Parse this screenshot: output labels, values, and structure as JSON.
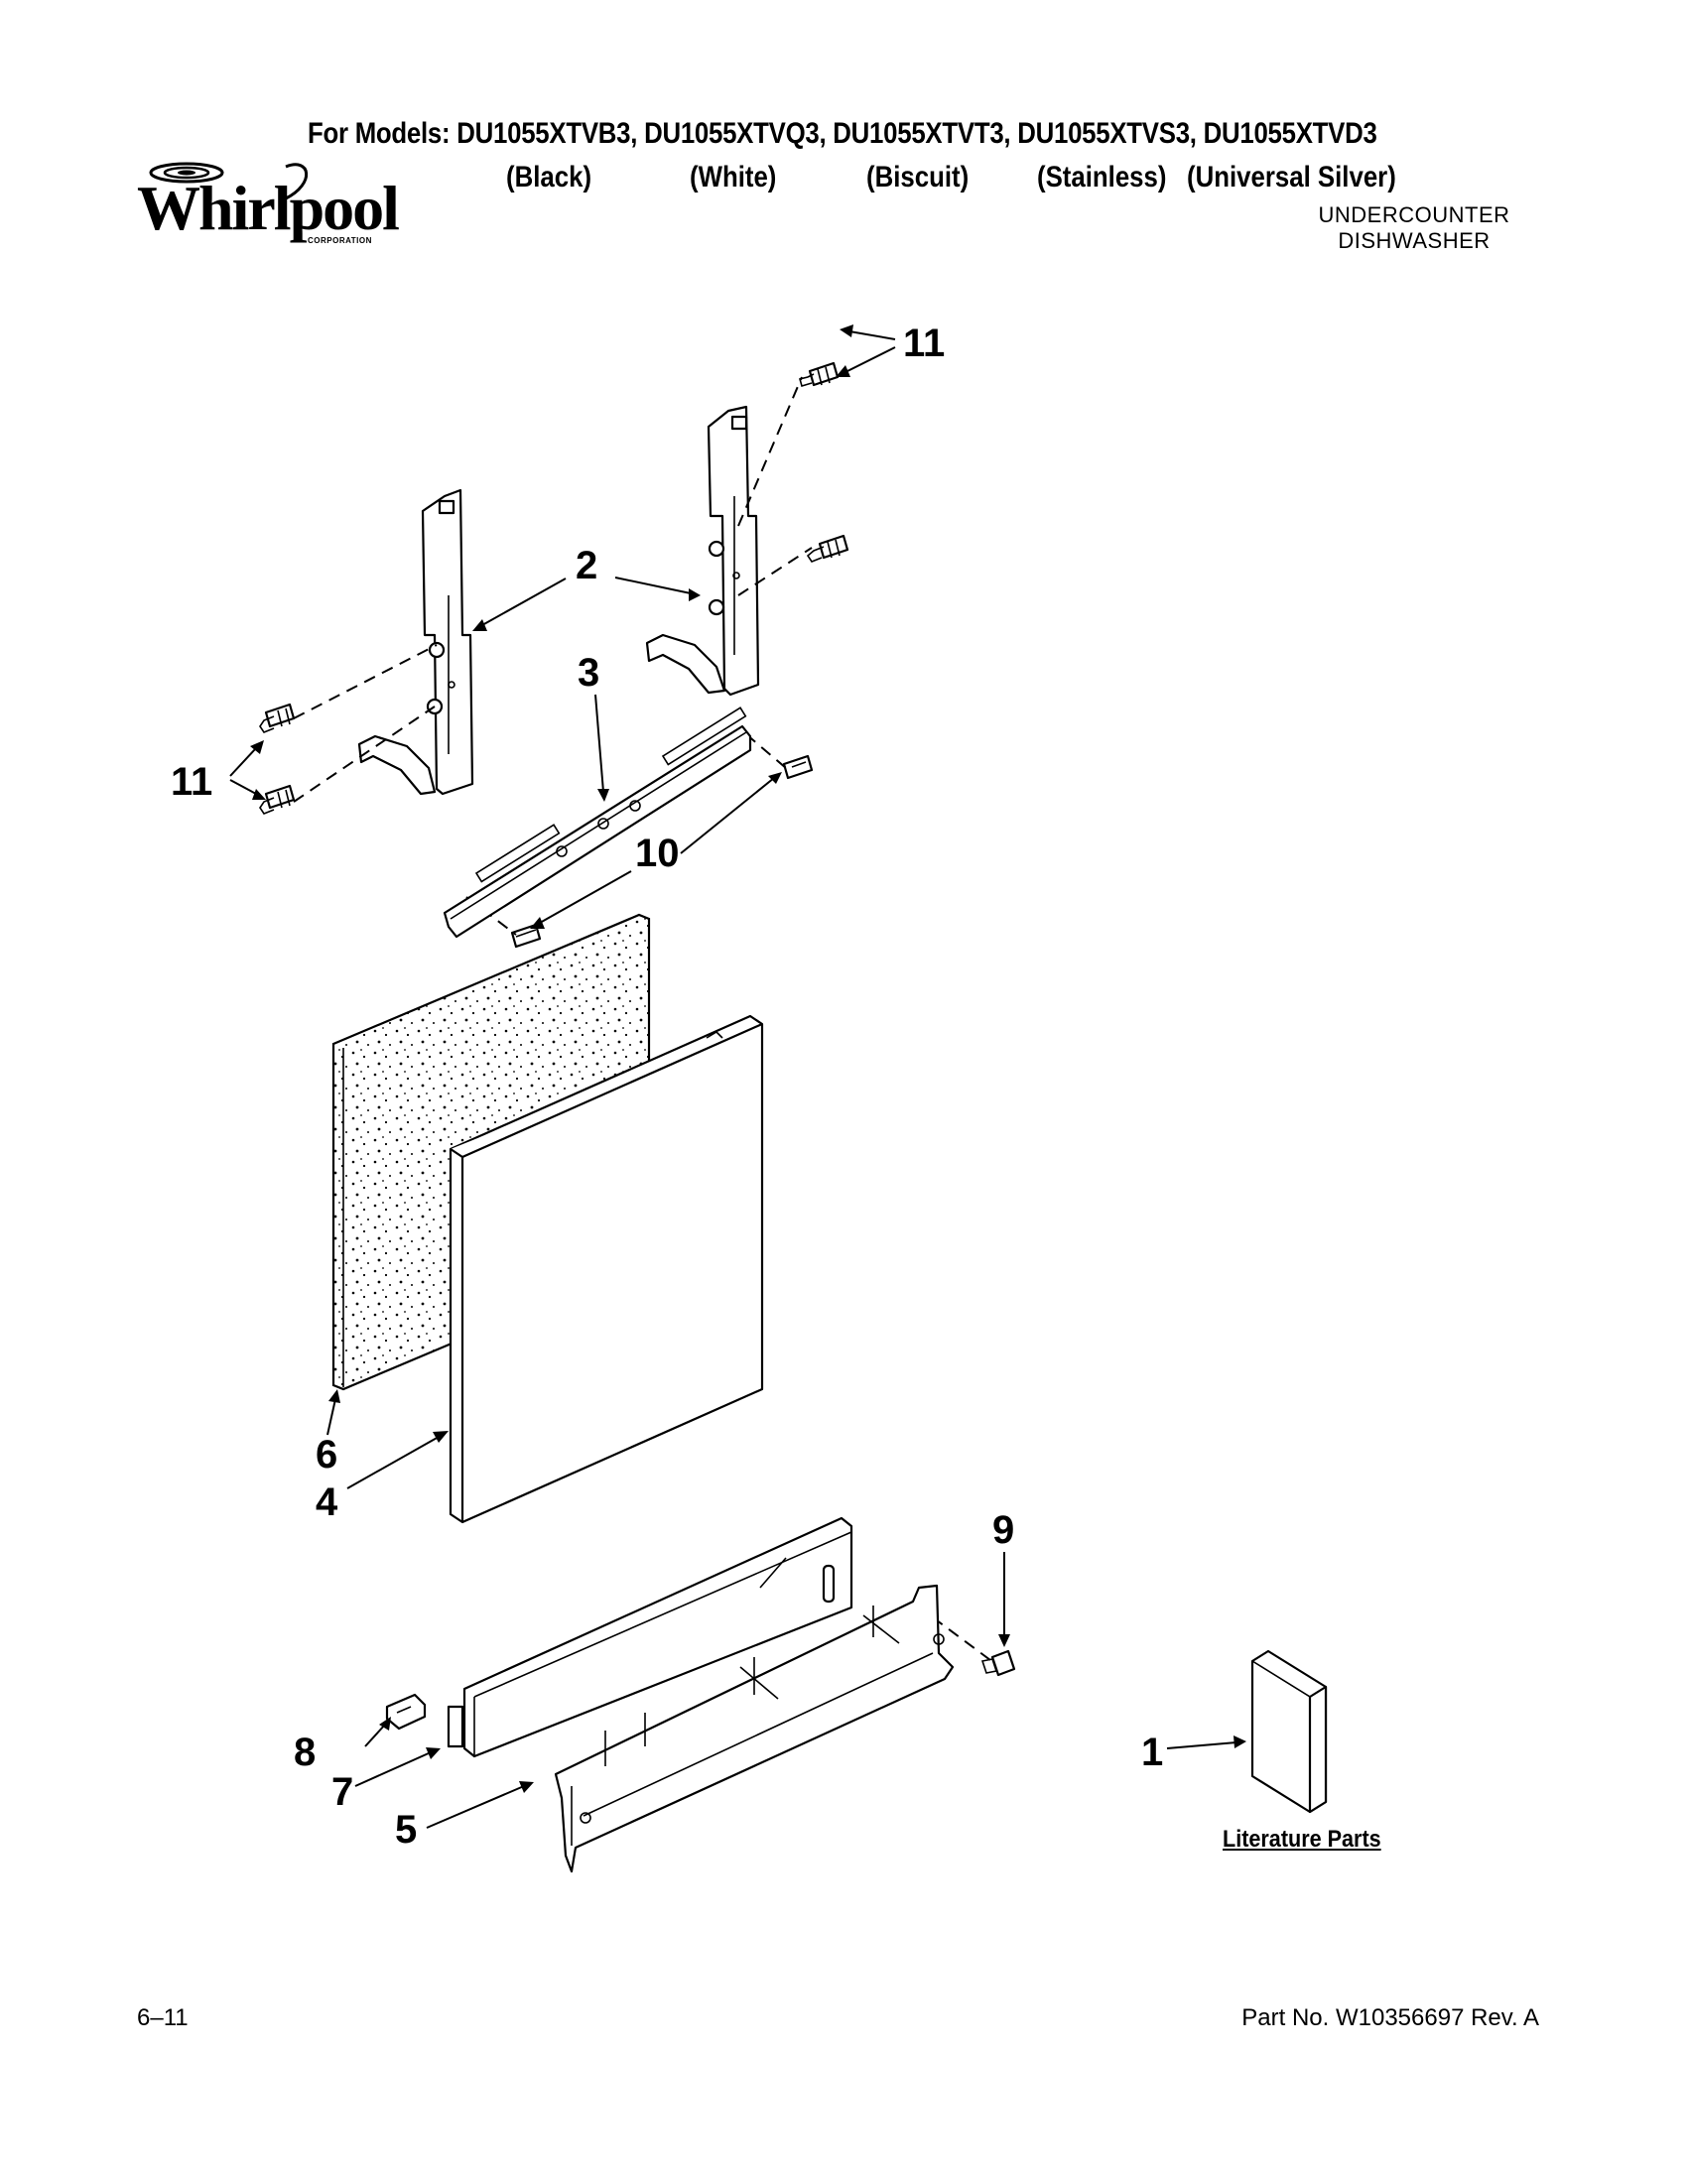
{
  "header": {
    "models_line": "For Models: DU1055XTVB3, DU1055XTVQ3, DU1055XTVT3, DU1055XTVS3, DU1055XTVD3",
    "colors": [
      "(Black)",
      "(White)",
      "(Biscuit)",
      "(Stainless)",
      "(Universal Silver)"
    ],
    "brand": "Whirlpool",
    "brand_sub": "CORPORATION",
    "doc_type_line1": "UNDERCOUNTER",
    "doc_type_line2": "DISHWASHER"
  },
  "callouts": [
    "1",
    "2",
    "3",
    "4",
    "5",
    "6",
    "7",
    "8",
    "9",
    "10",
    "11",
    "11"
  ],
  "literature_label": "Literature Parts",
  "footer": {
    "date_code": "6–11",
    "part_number": "Part No. W10356697 Rev. A"
  }
}
